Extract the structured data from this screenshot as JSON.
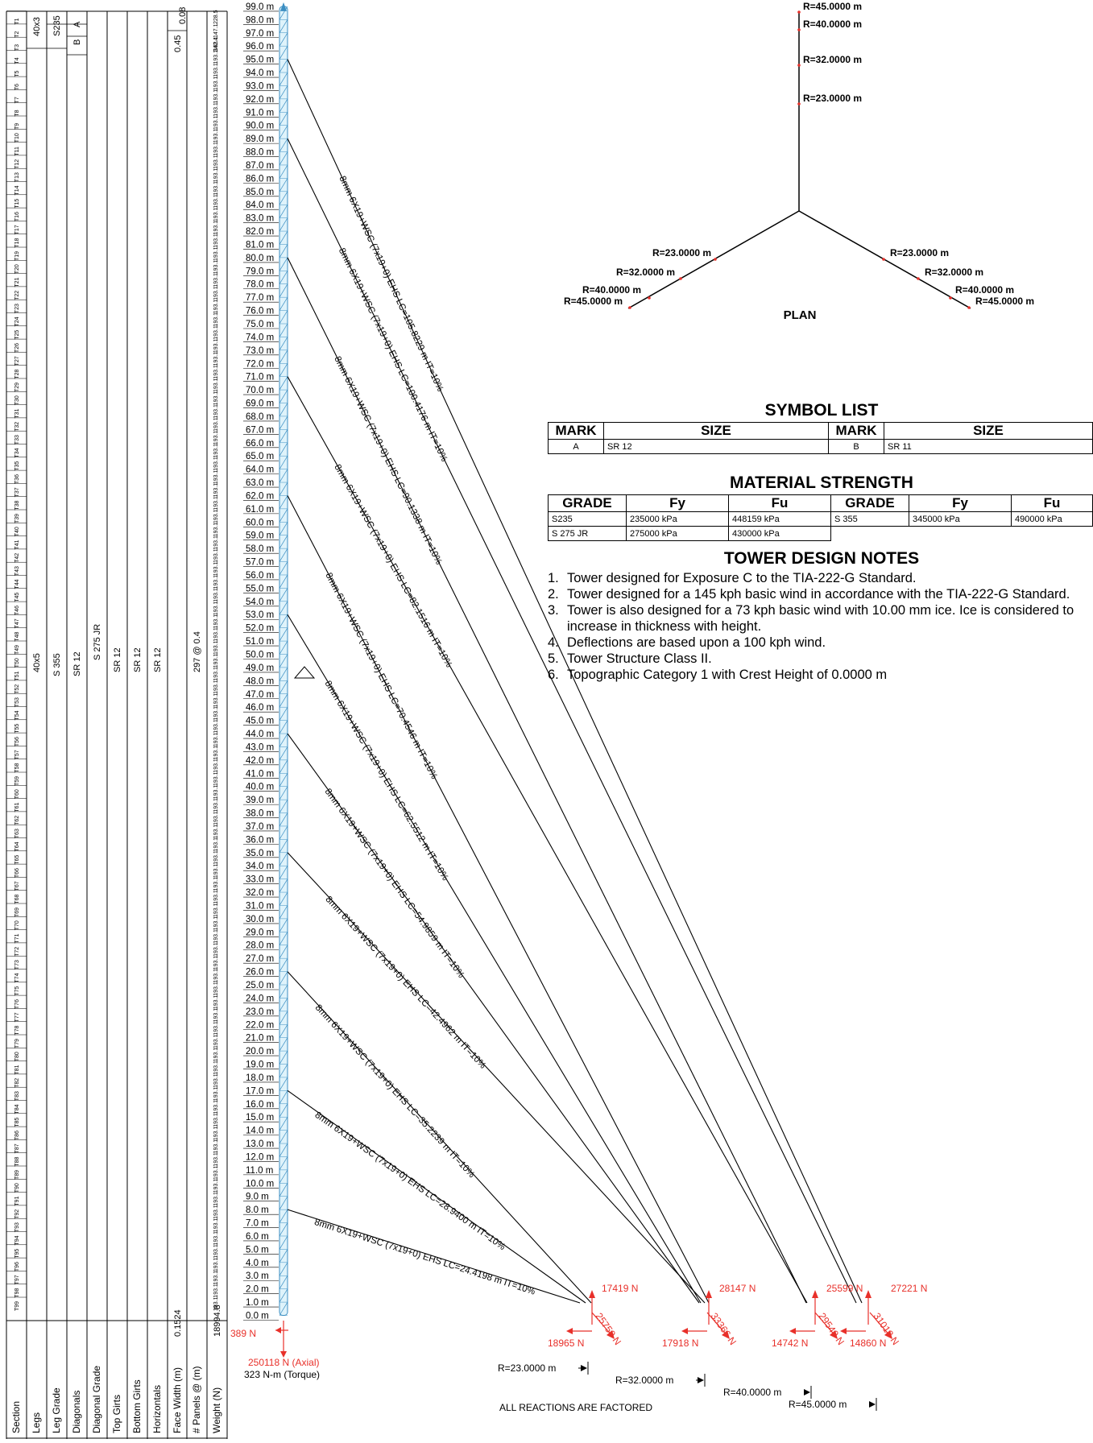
{
  "table": {
    "row_labels": [
      "Section",
      "Legs",
      "Leg Grade",
      "Diagonals",
      "Diagonal Grade",
      "Top Girts",
      "Bottom Girts",
      "Horizontals",
      "Face Width (m)",
      "# Panels @ (m)",
      "Weight (N)"
    ],
    "top_legs": "40x3",
    "top_leg_grade": "S235",
    "mark_a": "A",
    "mark_b": "B",
    "legs": "40x5",
    "leg_grade": "S 355",
    "diagonals": "SR 12",
    "diagonal_grade": "S 275 JR",
    "top_girts": "SR 12",
    "bottom_girts": "SR 12",
    "horizontals": "SR 12",
    "face_width_top": "0.45",
    "face_width_top2": "0.08",
    "face_width": "0.1524",
    "panels": "297 @ 0.4",
    "weight_total": "18994.8",
    "section_weight": "193.1",
    "weight_top": [
      "228.5",
      "147.1",
      "342.4"
    ]
  },
  "elevations": [
    "99.0 m",
    "98.0 m",
    "97.0 m",
    "96.0 m",
    "95.0 m",
    "94.0 m",
    "93.0 m",
    "92.0 m",
    "91.0 m",
    "90.0 m",
    "89.0 m",
    "88.0 m",
    "87.0 m",
    "86.0 m",
    "85.0 m",
    "84.0 m",
    "83.0 m",
    "82.0 m",
    "81.0 m",
    "80.0 m",
    "79.0 m",
    "78.0 m",
    "77.0 m",
    "76.0 m",
    "75.0 m",
    "74.0 m",
    "73.0 m",
    "72.0 m",
    "71.0 m",
    "70.0 m",
    "69.0 m",
    "68.0 m",
    "67.0 m",
    "66.0 m",
    "65.0 m",
    "64.0 m",
    "63.0 m",
    "62.0 m",
    "61.0 m",
    "60.0 m",
    "59.0 m",
    "58.0 m",
    "57.0 m",
    "56.0 m",
    "55.0 m",
    "54.0 m",
    "53.0 m",
    "52.0 m",
    "51.0 m",
    "50.0 m",
    "49.0 m",
    "48.0 m",
    "47.0 m",
    "46.0 m",
    "45.0 m",
    "44.0 m",
    "43.0 m",
    "42.0 m",
    "41.0 m",
    "40.0 m",
    "39.0 m",
    "38.0 m",
    "37.0 m",
    "36.0 m",
    "35.0 m",
    "34.0 m",
    "33.0 m",
    "32.0 m",
    "31.0 m",
    "30.0 m",
    "29.0 m",
    "28.0 m",
    "27.0 m",
    "26.0 m",
    "25.0 m",
    "24.0 m",
    "23.0 m",
    "22.0 m",
    "21.0 m",
    "20.0 m",
    "19.0 m",
    "18.0 m",
    "17.0 m",
    "16.0 m",
    "15.0 m",
    "14.0 m",
    "13.0 m",
    "12.0 m",
    "11.0 m",
    "10.0 m",
    "9.0 m",
    "8.0 m",
    "7.0 m",
    "6.0 m",
    "5.0 m",
    "4.0 m",
    "3.0 m",
    "2.0 m",
    "1.0 m",
    "0.0 m"
  ],
  "guys": [
    {
      "label": "8mm 6X19+WSC (7x19+0) EHS LC=105.8229 m   IT=10%"
    },
    {
      "label": "8mm 6X19+WSC (7x19+0) EHS LC=100.4176 m   IT=10%"
    },
    {
      "label": "8mm 6X19+WSC (7x19+0) EHS LC=90.1338 m   IT=10%"
    },
    {
      "label": "8mm 6X19+WSC (7x19+0) EHS LC=82.1516 m   IT=10%"
    },
    {
      "label": "8mm 6X19+WSC (7x19+0) EHS LC=70.4546 m   IT=10%"
    },
    {
      "label": "8mm 6X19+WSC (7x19+0) EHS LC=62.5512 m   IT=10%"
    },
    {
      "label": "8mm 6X19+WSC (7x19+0) EHS LC=54.9859 m   IT=10%"
    },
    {
      "label": "8mm 6X19+WSC (7x19+0) EHS LC=42.4962 m   IT=10%"
    },
    {
      "label": "8mm 6X19+WSC (7x19+0) EHS LC=35.2239 m   IT=10%"
    },
    {
      "label": "8mm 6X19+WSC (7x19+0) EHS LC=28.9400 m   IT=10%"
    },
    {
      "label": "8mm 6X19+WSC (7x19+0) EHS LC=24.4198 m   IT=10%"
    }
  ],
  "reactions": {
    "base_shear": "389 N",
    "base_axial": "250118 N (Axial)",
    "base_torque": "323 N-m (Torque)",
    "anchors": [
      {
        "radius": "R=23.0000 m",
        "vertical": "17419 N",
        "guy": "25750 N",
        "horizontal": "18965 N"
      },
      {
        "radius": "R=32.0000 m",
        "vertical": "28147 N",
        "guy": "33366 N",
        "horizontal": "17918 N"
      },
      {
        "radius": "R=40.0000 m",
        "vertical": "25599 N",
        "guy": "29540 N",
        "horizontal": "14742 N"
      },
      {
        "radius": "R=45.0000 m",
        "vertical": "27221 N",
        "guy": "31013 N",
        "horizontal": "14860 N"
      }
    ],
    "footer": "ALL REACTIONS ARE FACTORED"
  },
  "plan": {
    "title": "PLAN",
    "radii": [
      "R=45.0000 m",
      "R=40.0000 m",
      "R=32.0000 m",
      "R=23.0000 m"
    ]
  },
  "symbol_list": {
    "title": "SYMBOL LIST",
    "headers": [
      "MARK",
      "SIZE",
      "MARK",
      "SIZE"
    ],
    "rows": [
      [
        "A",
        "SR 12",
        "B",
        "SR 11"
      ]
    ]
  },
  "material_strength": {
    "title": "MATERIAL STRENGTH",
    "headers": [
      "GRADE",
      "Fy",
      "Fu",
      "GRADE",
      "Fy",
      "Fu"
    ],
    "rows": [
      [
        "S235",
        "235000 kPa",
        "448159 kPa",
        "S 355",
        "345000 kPa",
        "490000 kPa"
      ],
      [
        "S 275 JR",
        "275000 kPa",
        "430000 kPa",
        "",
        "",
        ""
      ]
    ]
  },
  "notes": {
    "title": "TOWER DESIGN NOTES",
    "items": [
      "Tower designed for Exposure C to the TIA-222-G Standard.",
      "Tower designed for a 145 kph basic wind in accordance with the TIA-222-G Standard.",
      "Tower is also designed for a 73 kph basic wind with 10.00 mm ice. Ice is considered to increase in thickness with height.",
      "Deflections are based upon a 100 kph wind.",
      "Tower Structure Class II.",
      "Topographic Category 1 with Crest Height of 0.0000 m"
    ]
  },
  "colors": {
    "reaction": "#e8302a",
    "mast_fill": "#dff3fb",
    "mast_stroke": "#3b8ec2",
    "line": "#000000"
  }
}
